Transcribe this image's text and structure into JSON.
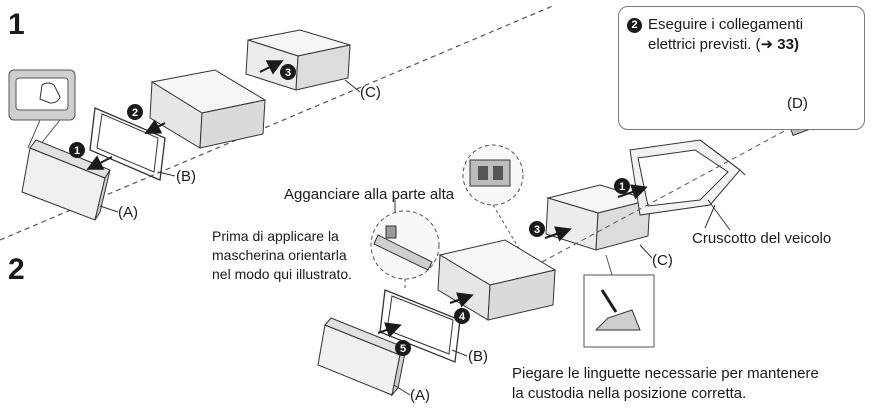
{
  "steps": {
    "step1": "1",
    "step2": "2"
  },
  "parts": {
    "A": "(A)",
    "B": "(B)",
    "C": "(C)",
    "D": "(D)"
  },
  "markers": [
    "1",
    "2",
    "3",
    "4",
    "5"
  ],
  "callout": {
    "marker": "2",
    "line1": "Eseguire i collegamenti",
    "line2": "elettrici previsti. (",
    "arrow": "➜",
    "ref": " 33)"
  },
  "labels": {
    "hook_top": "Agganciare alla parte alta",
    "orient_line1": "Prima di applicare la",
    "orient_line2": "mascherina orientarla",
    "orient_line3": "nel modo qui illustrato.",
    "dashboard": "Cruscotto del veicolo",
    "bend_line1": "Piegare le linguette necessarie per mantenere",
    "bend_line2": "la custodia nella posizione corretta."
  },
  "colors": {
    "line": "#333333",
    "fill": "#f6f6f6",
    "shade": "#d9d9d9",
    "marker": "#1a1a1a"
  }
}
